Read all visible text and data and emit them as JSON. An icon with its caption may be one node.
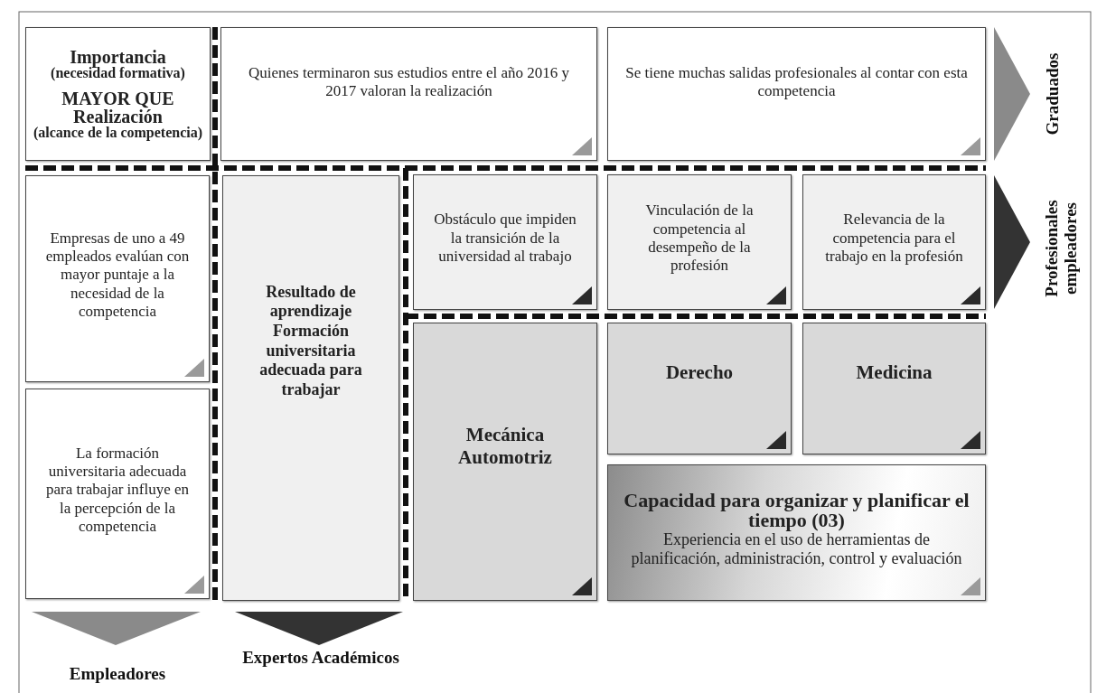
{
  "diagram": {
    "nodes": [
      {
        "text": [
          "Importancia",
          "(necesidad formativa)",
          "MAYOR QUE Realización",
          "(alcance de la competencia)"
        ]
      },
      {
        "text": [
          "Quienes terminaron sus estudios entre el año 2016 y 2017 valoran la realización"
        ]
      },
      {
        "text": [
          "Se tiene muchas salidas profesionales al contar con esta competencia"
        ]
      },
      {
        "text": [
          "Empresas de uno a 49 empleados evalúan con mayor puntaje a la necesidad de la competencia"
        ]
      },
      {
        "text": [
          "La formación universitaria adecuada para trabajar influye en la percepción de la competencia"
        ]
      },
      {
        "text": [
          "Resultado de aprendizaje",
          "Formación universitaria adecuada para trabajar"
        ]
      },
      {
        "text": [
          "Obstáculo que impiden la transición de la universidad al trabajo"
        ]
      },
      {
        "text": [
          "Vinculación de la competencia al desempeño de la profesión"
        ]
      },
      {
        "text": [
          "Relevancia de la competencia para el trabajo en la profesión"
        ]
      },
      {
        "text": [
          "Mecánica Automotriz"
        ]
      },
      {
        "text": [
          "Derecho"
        ]
      },
      {
        "text": [
          "Medicina"
        ]
      },
      {
        "text": [
          "Capacidad para organizar y planificar el tiempo (03)",
          "Experiencia en el uso de herramientas de planificación, administración, control y evaluación"
        ]
      }
    ],
    "labels": [
      "Graduados",
      "Profesionales empleadores",
      "Empleadores",
      "Expertos Académicos"
    ]
  }
}
